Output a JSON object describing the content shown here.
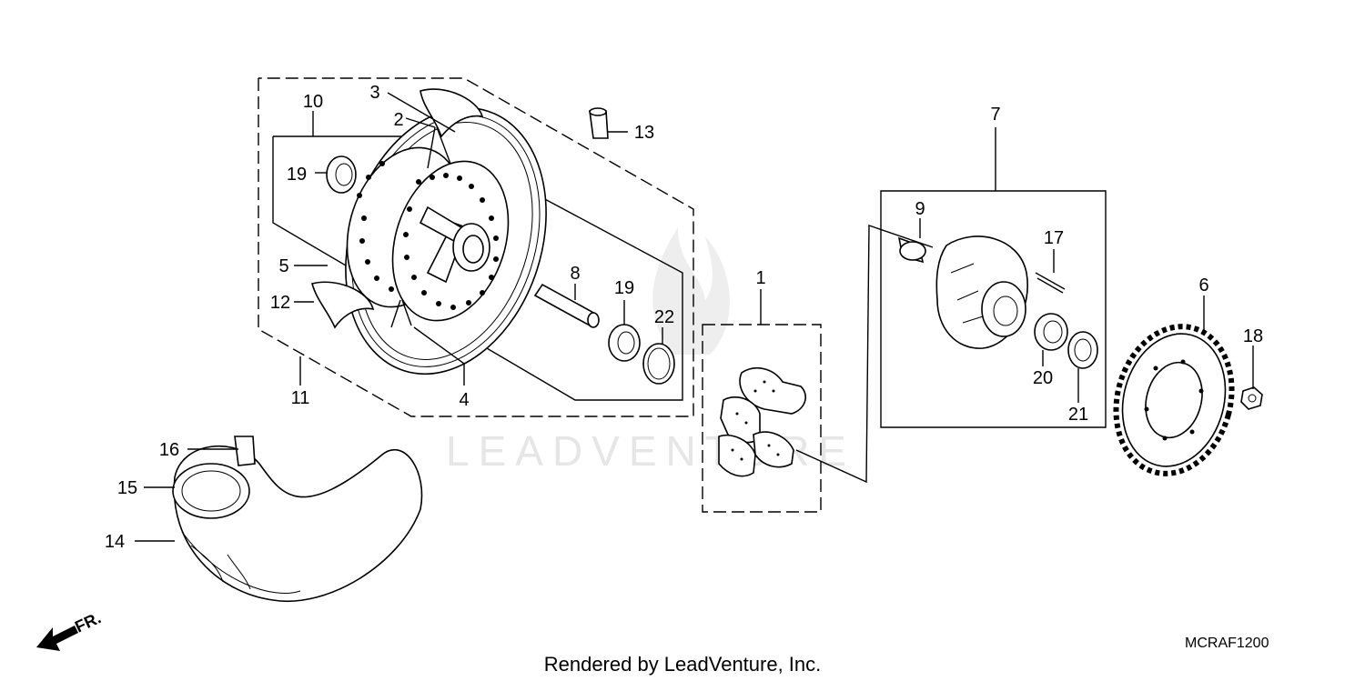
{
  "watermark": "LEADVENTURE",
  "diagram_code": "MCRAF1200",
  "footer": "Rendered by LeadVenture, Inc.",
  "direction_label": "FR.",
  "callouts": {
    "c1": "1",
    "c2": "2",
    "c3": "3",
    "c4": "4",
    "c5": "5",
    "c6": "6",
    "c7": "7",
    "c8": "8",
    "c9": "9",
    "c10": "10",
    "c11": "11",
    "c12": "12",
    "c13": "13",
    "c14": "14",
    "c15": "15",
    "c16": "16",
    "c17": "17",
    "c18": "18",
    "c19a": "19",
    "c19b": "19",
    "c20": "20",
    "c21": "21",
    "c22": "22"
  },
  "icons": [
    "front-direction-arrow-icon",
    "flame-watermark-icon"
  ]
}
